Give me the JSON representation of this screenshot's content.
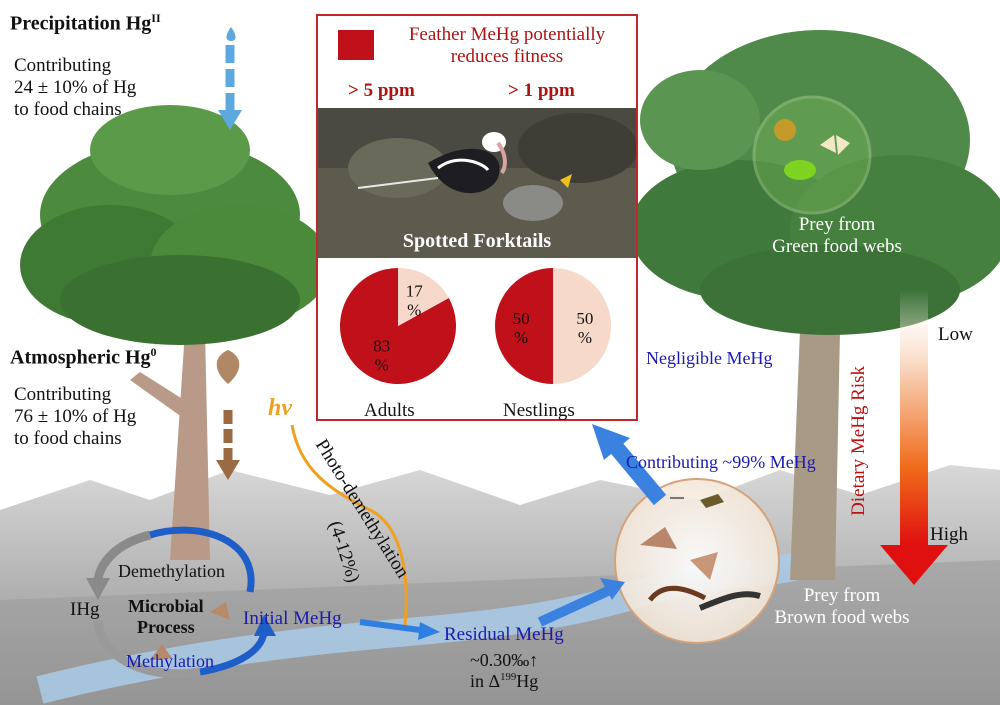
{
  "sources": {
    "precipitation": {
      "title": "Precipitation Hg",
      "sup": "II",
      "line1": "Contributing",
      "line2": "24 ± 10% of Hg",
      "line3": "to food chains"
    },
    "atmospheric": {
      "title": "Atmospheric Hg",
      "sup": "0",
      "line1": "Contributing",
      "line2": "76 ± 10% of Hg",
      "line3": "to food chains"
    }
  },
  "infobox": {
    "legend_line1": "Feather MeHg potentially",
    "legend_line2": "reduces fitness",
    "threshold_adults": "> 5 ppm",
    "threshold_nestlings": "> 1 ppm",
    "photo_caption": "Spotted Forktails",
    "pies": [
      {
        "name": "Adults",
        "slices": [
          {
            "value": 83,
            "label_num": "83",
            "label_pct": "%",
            "color": "#c0101a"
          },
          {
            "value": 17,
            "label_num": "17",
            "label_pct": "%",
            "color": "#f7d9cc"
          }
        ]
      },
      {
        "name": "Nestlings",
        "slices": [
          {
            "value": 50,
            "label_num": "50",
            "label_pct": "%",
            "color": "#c0101a"
          },
          {
            "value": 50,
            "label_num": "50",
            "label_pct": "%",
            "color": "#f7d9cc"
          }
        ]
      }
    ]
  },
  "process": {
    "hv": "hv",
    "photo_demethylation": "Photo-demethylation",
    "photo_range": "(4-12%)",
    "demethylation": "Demethylation",
    "ihg": "IHg",
    "microbial_1": "Microbial",
    "microbial_2": "Process",
    "methylation": "Methylation",
    "initial_mehg": "Initial MeHg",
    "residual_mehg": "Residual MeHg",
    "shift_1": "~0.30‰↑",
    "shift_2_prefix": "in Δ",
    "shift_2_sup": "199",
    "shift_2_suffix": "Hg",
    "contributing": "Contributing ~99% MeHg",
    "negligible": "Negligible MeHg"
  },
  "prey": {
    "green_1": "Prey from",
    "green_2": "Green food webs",
    "brown_1": "Prey from",
    "brown_2": "Brown food webs"
  },
  "risk": {
    "title": "Dietary MeHg Risk",
    "low": "Low",
    "high": "High"
  },
  "colors": {
    "accent_red": "#c0101a",
    "pale_pink": "#f7d9cc",
    "flow_blue": "#3b82e0",
    "label_blue": "#1b1bb0",
    "orange": "#f0a020",
    "tree_green": "#3f7a34"
  }
}
